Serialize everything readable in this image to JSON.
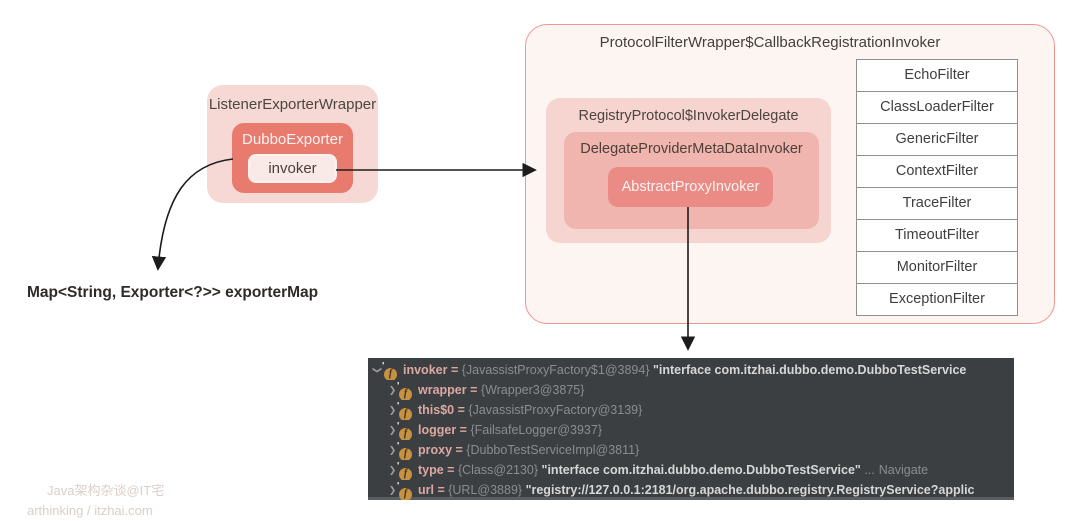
{
  "diagram": {
    "listener_wrapper": {
      "title": "ListenerExporterWrapper",
      "dubbo_exporter": {
        "title": "DubboExporter",
        "invoker_label": "invoker"
      }
    },
    "exporter_map_label": "Map<String, Exporter<?>> exporterMap",
    "protocol_wrapper": {
      "title": "ProtocolFilterWrapper$CallbackRegistrationInvoker",
      "invoker_delegate": {
        "title": "RegistryProtocol$InvokerDelegate",
        "meta_data_invoker": {
          "title": "DelegateProviderMetaDataInvoker",
          "abstract_proxy_invoker_label": "AbstractProxyInvoker"
        }
      },
      "filters": [
        "EchoFilter",
        "ClassLoaderFilter",
        "GenericFilter",
        "ContextFilter",
        "TraceFilter",
        "TimeoutFilter",
        "MonitorFilter",
        "ExceptionFilter"
      ]
    }
  },
  "debugger": {
    "assign": "=",
    "field_icon_letter": "f",
    "final_marker": "'",
    "rows": [
      {
        "expanded": true,
        "indent": 0,
        "name": "invoker",
        "value": "{JavassistProxyFactory$1@3894}",
        "string": "\"interface com.itzhai.dubbo.demo.DubboTestService",
        "dots": "",
        "link": ""
      },
      {
        "expanded": false,
        "indent": 1,
        "name": "wrapper",
        "value": "{Wrapper3@3875}",
        "string": "",
        "dots": "",
        "link": ""
      },
      {
        "expanded": false,
        "indent": 1,
        "name": "this$0",
        "value": "{JavassistProxyFactory@3139}",
        "string": "",
        "dots": "",
        "link": ""
      },
      {
        "expanded": false,
        "indent": 1,
        "name": "logger",
        "value": "{FailsafeLogger@3937}",
        "string": "",
        "dots": "",
        "link": ""
      },
      {
        "expanded": false,
        "indent": 1,
        "name": "proxy",
        "value": "{DubboTestServiceImpl@3811}",
        "string": "",
        "dots": "",
        "link": ""
      },
      {
        "expanded": false,
        "indent": 1,
        "name": "type",
        "value": "{Class@2130}",
        "string": "\"interface com.itzhai.dubbo.demo.DubboTestService\"",
        "dots": "...",
        "link": "Navigate"
      },
      {
        "expanded": false,
        "indent": 1,
        "name": "url",
        "value": "{URL@3889}",
        "string": "\"registry://127.0.0.1:2181/org.apache.dubbo.registry.RegistryService?applic",
        "dots": "",
        "link": ""
      }
    ]
  },
  "watermark": {
    "line1": "Java架构杂谈@IT宅",
    "line2": "arthinking / itzhai.com"
  },
  "colors": {
    "box_border": "#f0968f",
    "box_bg": "#fcf5f2",
    "pink_light": "#f6d4d0",
    "pink_mid": "#f1b5af",
    "salmon": "#eb8b85",
    "dubbo_red": "#e87a6e",
    "debugger_bg": "#3c3f41",
    "var_name": "#dba8a4",
    "var_value": "#8a8d90",
    "field_icon": "#c79142"
  }
}
